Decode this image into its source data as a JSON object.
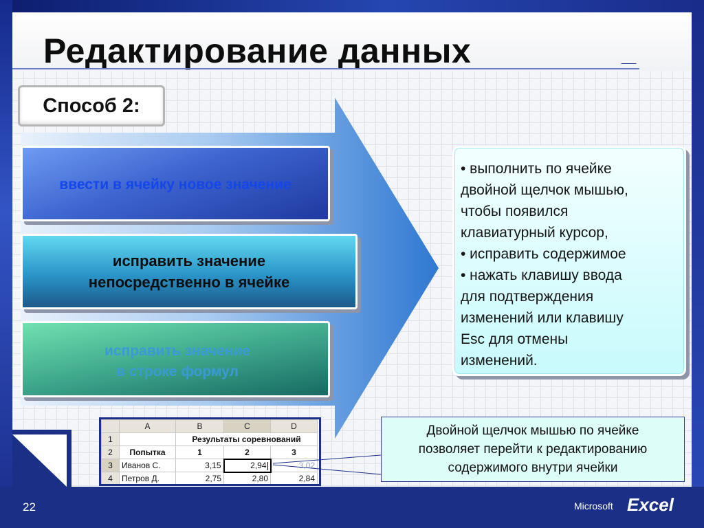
{
  "slide": {
    "title": "Редактирование данных",
    "method_label": "Способ 2:",
    "page_number": "22"
  },
  "options": [
    {
      "text": "ввести в ячейку новое значение"
    },
    {
      "line1": "исправить значение",
      "line2": "непосредственно в ячейке"
    },
    {
      "line1": "исправить значение",
      "line2": "в строке формул"
    }
  ],
  "description": {
    "lines": [
      "• выполнить по ячейке",
      "двойной щелчок мышью,",
      "чтобы появился",
      "клавиатурный курсор,",
      "• исправить содержимое",
      "• нажать клавишу ввода",
      "для подтверждения",
      "изменений или клавишу",
      "Esc для отмены",
      "изменений."
    ]
  },
  "note": {
    "line1": "Двойной щелчок мышью по ячейке",
    "line2": "позволяет перейти к редактированию",
    "line3": "содержимого внутри ячейки"
  },
  "spreadsheet": {
    "columns": [
      "A",
      "B",
      "C",
      "D"
    ],
    "rows": [
      {
        "n": "1",
        "a": "",
        "bc": "Результаты соревнований",
        "d": ""
      },
      {
        "n": "2",
        "a": "Попытка",
        "b": "1",
        "c": "2",
        "d": "3"
      },
      {
        "n": "3",
        "a": "Иванов С.",
        "b": "3,15",
        "c": "2,94",
        "d": "3,02"
      },
      {
        "n": "4",
        "a": "Петров Д.",
        "b": "2,75",
        "c": "2,80",
        "d": "2,84"
      }
    ]
  },
  "brand": {
    "company": "Microsoft",
    "product": "Excel"
  },
  "colors": {
    "frame": "#1c2f86",
    "arrow": "#3f86d6",
    "option1": "#3e64cf",
    "option2": "#2a94c8",
    "option3": "#3fa88c",
    "description_bg": "#c8fafc",
    "note_bg": "#ddfdf8"
  }
}
